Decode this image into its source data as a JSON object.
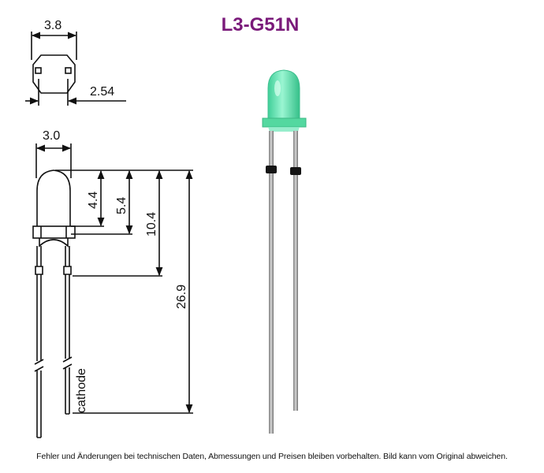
{
  "title": "L3-G51N",
  "colors": {
    "title": "#7a1a7a",
    "led_lens": "#5fe0b0",
    "led_flange": "#48d29a"
  },
  "drawing": {
    "top_view": {
      "width_label": "3.8",
      "pitch_label": "2.54"
    },
    "side_view": {
      "diameter_label": "3.0",
      "heights": [
        "4.4",
        "5.4",
        "10.4",
        "26.9"
      ],
      "lead_label": "cathode"
    }
  },
  "photo": {
    "subject": "led-photo"
  },
  "disclaimer": "Fehler und Änderungen bei technischen Daten, Abmessungen und Preisen bleiben vorbehalten. Bild kann vom Original abweichen."
}
